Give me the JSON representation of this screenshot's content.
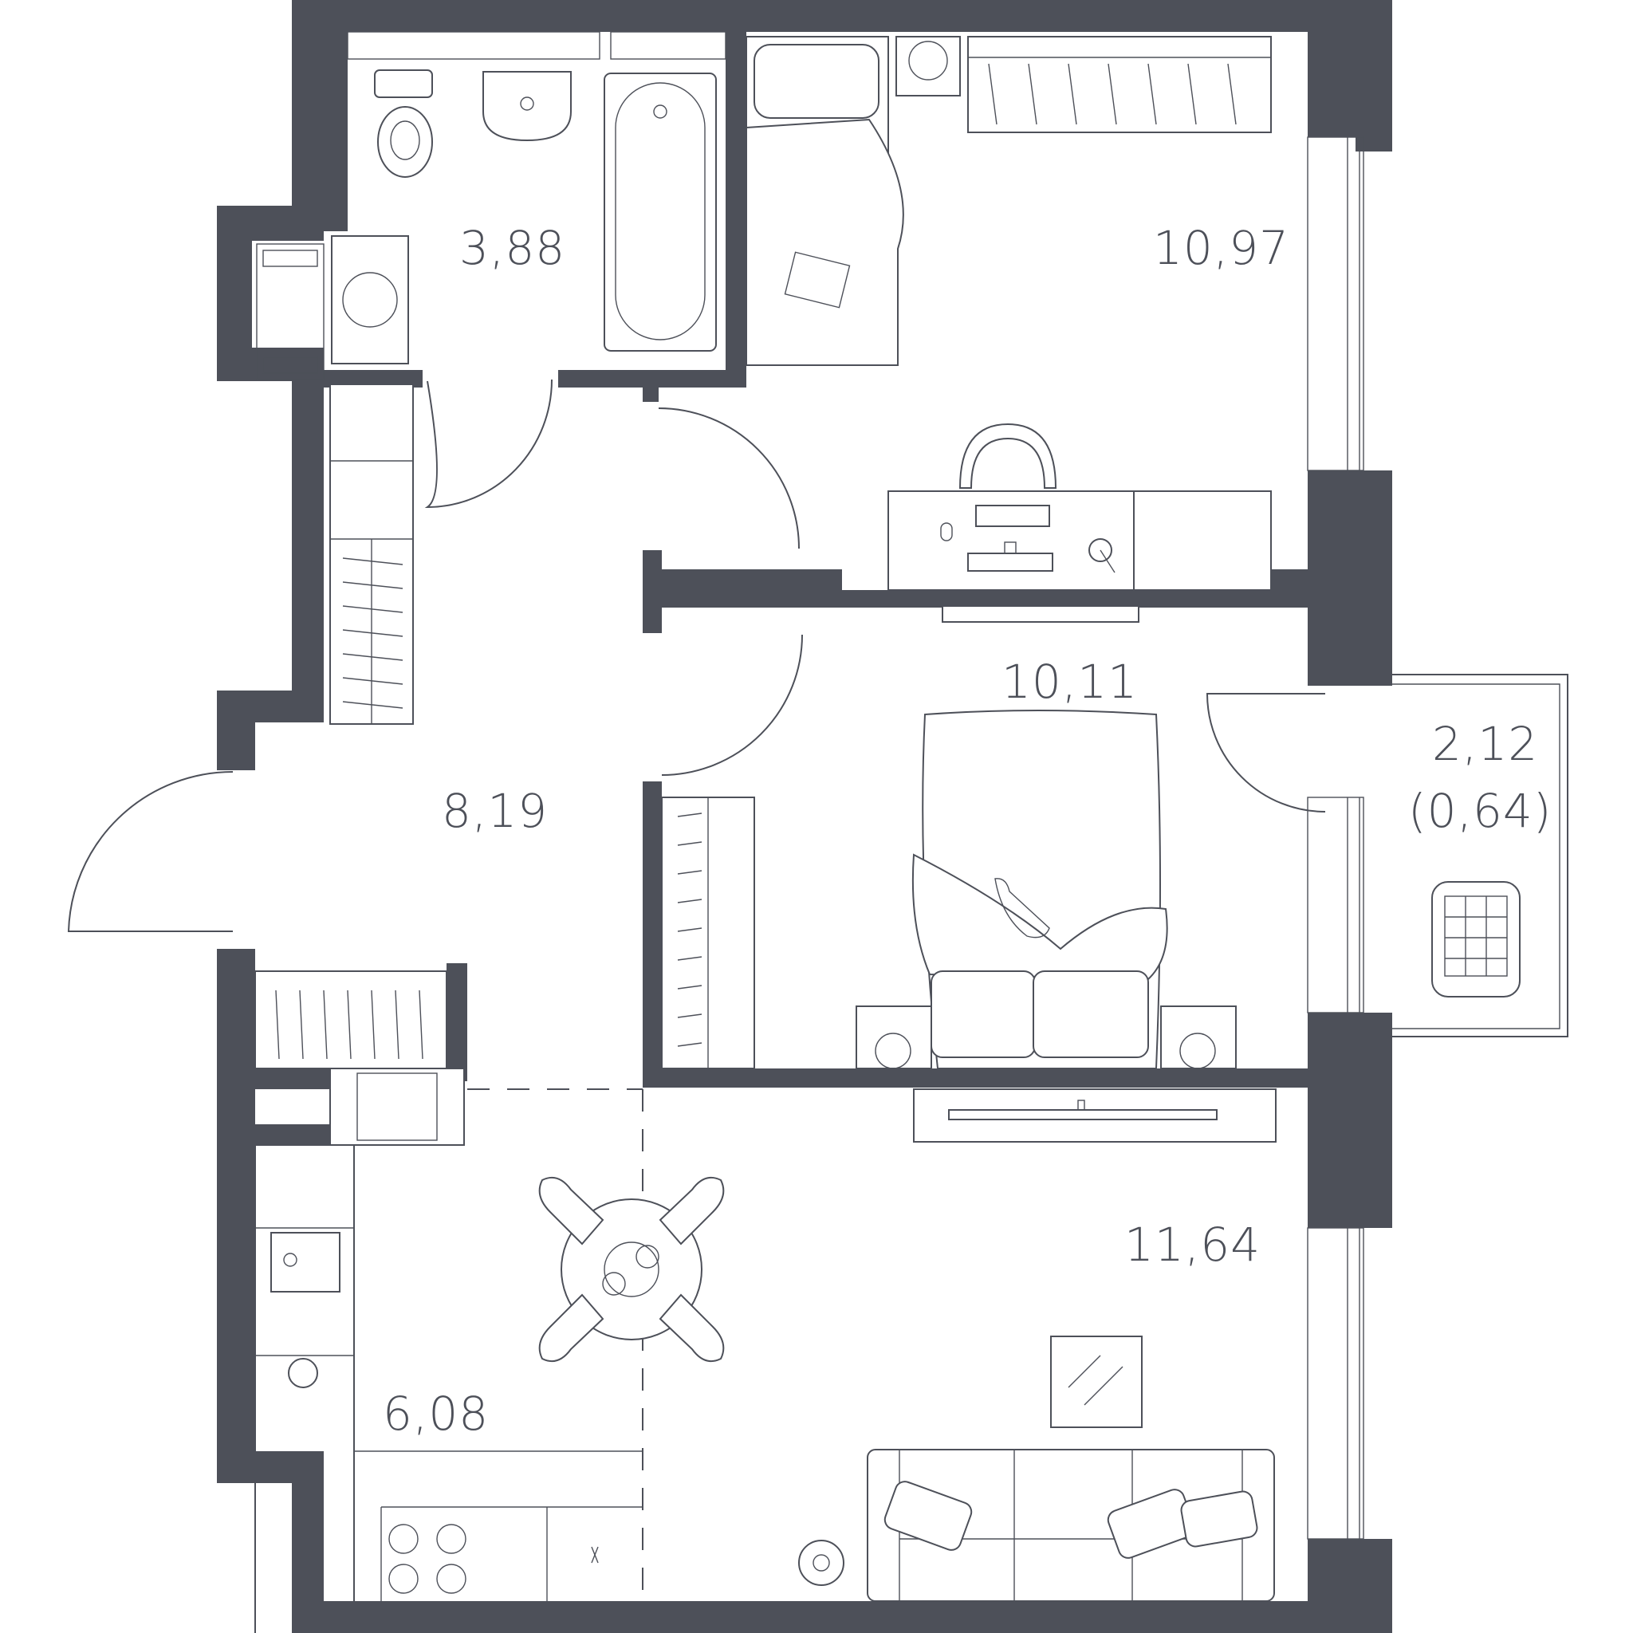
{
  "colors": {
    "wall": "#4d5059",
    "background": "#ffffff"
  },
  "rooms": {
    "bathroom": {
      "area": "3,88"
    },
    "bedroom_1": {
      "area": "10,97"
    },
    "bedroom_2": {
      "area": "10,11"
    },
    "hallway": {
      "area": "8,19"
    },
    "balcony": {
      "area": "2,12",
      "reduced_area": "(0,64)"
    },
    "living_room": {
      "area": "11,64"
    },
    "kitchen": {
      "area": "6,08"
    }
  },
  "icons": [
    "toilet-icon",
    "sink-icon",
    "bathtub-icon",
    "washing-machine-icon",
    "bed-icon",
    "desk-icon",
    "office-chair-icon",
    "keyboard-icon",
    "monitor-icon",
    "tv-icon",
    "sofa-icon",
    "dining-table-icon",
    "chair-icon",
    "stove-icon",
    "kitchen-sink-icon",
    "armchair-icon",
    "wardrobe-icon",
    "radiator-icon",
    "plant-icon",
    "cat-icon",
    "fan-icon",
    "lamp-icon"
  ]
}
